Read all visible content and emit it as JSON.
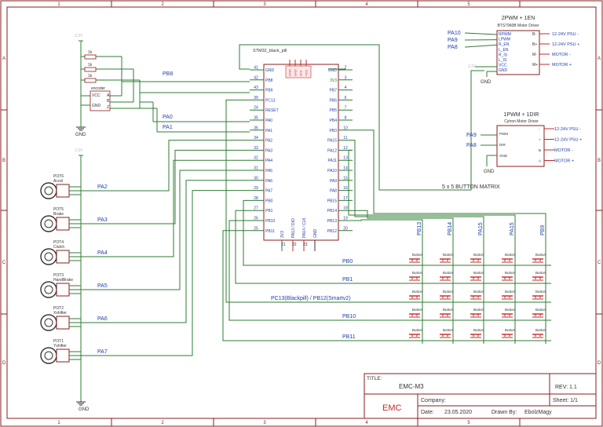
{
  "frame": {
    "cols": [
      "1",
      "2",
      "3",
      "4",
      "5"
    ],
    "rows": [
      "A",
      "B",
      "C",
      "D"
    ]
  },
  "title_block": {
    "title_label": "TITLE:",
    "title": "EMC-M3",
    "rev": "REV:  1.1",
    "company_label": "Company:",
    "sheet": "Sheet:  1/1",
    "date_label": "Date:",
    "date": "23.05.2020",
    "drawn_label": "Drawn By:",
    "drawn_by": "EbolzMagy",
    "logo": "EMC"
  },
  "power": {
    "v33": "3.3V",
    "gnd": "GND"
  },
  "mcu": {
    "name": "STM32_black_pill",
    "left_pins": [
      {
        "num": "41",
        "name": "GND"
      },
      {
        "num": "42",
        "name": "PB8"
      },
      {
        "num": "43",
        "name": "PB9"
      },
      {
        "num": "39",
        "name": "PC13"
      },
      {
        "num": "24",
        "name": "RESET"
      },
      {
        "num": "35",
        "name": "PA0"
      },
      {
        "num": "36",
        "name": "PA1"
      },
      {
        "num": "34",
        "name": "PA2"
      },
      {
        "num": "33",
        "name": "PA3"
      },
      {
        "num": "32",
        "name": "PA4"
      },
      {
        "num": "31",
        "name": "PA5"
      },
      {
        "num": "30",
        "name": "PA6"
      },
      {
        "num": "29",
        "name": "PA7"
      },
      {
        "num": "28",
        "name": "PB0"
      },
      {
        "num": "27",
        "name": "PB1"
      },
      {
        "num": "26",
        "name": "PB10"
      },
      {
        "num": "25",
        "name": "PB11"
      }
    ],
    "right_pins": [
      {
        "num": "2",
        "name": "GND"
      },
      {
        "num": "3",
        "name": "3V3"
      },
      {
        "num": "4",
        "name": "PB7"
      },
      {
        "num": "6",
        "name": "PB6"
      },
      {
        "num": "7",
        "name": "PB5"
      },
      {
        "num": "8",
        "name": "PB4"
      },
      {
        "num": "10",
        "name": "PB3"
      },
      {
        "num": "11",
        "name": "PA15"
      },
      {
        "num": "12",
        "name": "PA12"
      },
      {
        "num": "13",
        "name": "PA11"
      },
      {
        "num": "14",
        "name": "PA10"
      },
      {
        "num": "15",
        "name": "PA9"
      },
      {
        "num": "16",
        "name": "PA8"
      },
      {
        "num": "17",
        "name": "PB15"
      },
      {
        "num": "18",
        "name": "PB14"
      },
      {
        "num": "19",
        "name": "PB13"
      },
      {
        "num": "20",
        "name": "PB12"
      }
    ],
    "top_pins": [
      "GND",
      "GND",
      "3V3",
      "VCC"
    ],
    "bottom_pins": [
      "3V3",
      "PA13 / DIO",
      "PA14 / CLK",
      "GND"
    ],
    "bottom_nums": [
      "21",
      "22",
      "23"
    ]
  },
  "encoder": {
    "name": "encoder",
    "pins": [
      "VCC",
      "GND",
      "A",
      "B",
      "Z"
    ],
    "resistor": "1k"
  },
  "pots": [
    {
      "ref": "POT6",
      "label": "Accel",
      "net": "PA2"
    },
    {
      "ref": "POT5",
      "label": "Brake",
      "net": "PA3"
    },
    {
      "ref": "POT4",
      "label": "Clutch",
      "net": "PA4"
    },
    {
      "ref": "POT3",
      "label": "HandBrake",
      "net": "PA5"
    },
    {
      "ref": "POT2",
      "label": "Xshifter",
      "net": "PA6"
    },
    {
      "ref": "POT1",
      "label": "Yshifter",
      "net": "PA7"
    }
  ],
  "nets": {
    "pb8": "PB8",
    "pa0": "PA0",
    "pa1": "PA1"
  },
  "driver2": {
    "header": "2PWM + 1EN",
    "name": "BTS7960B Motor Driver",
    "pins": [
      "RPWM",
      "LPWM",
      "R_EN",
      "L_EN",
      "R_IS",
      "L_IS",
      "VCC",
      "GND"
    ],
    "right_pins": [
      "B-",
      "B+",
      "M-",
      "M+"
    ],
    "outputs": [
      "12-24V PSU -",
      "12-24V PSU +",
      "MOTOR -",
      "MOTOR +"
    ],
    "inputs": [
      "PA10",
      "PA9",
      "PA8"
    ]
  },
  "driver1": {
    "header": "1PWM + 1DIR",
    "name": "Cytron Motor Driver",
    "pins": [
      "PWM",
      "DIR",
      "GND"
    ],
    "right_pins": [
      "-",
      "+",
      "B",
      "A"
    ],
    "outputs": [
      "12-24V PSU -",
      "12-24V PSU +",
      "MOTOR -",
      "MOTOR +"
    ],
    "inputs": [
      "PA9",
      "PA8"
    ]
  },
  "matrix": {
    "title": "5 x 5 BUTTON MATRIX",
    "columns": [
      "PB13",
      "PB14",
      "PA15",
      "PA15",
      "PB9"
    ],
    "rows": [
      "PB0",
      "PB1",
      "PC13(Blackpill) / PB12(Smartv2)",
      "PB10",
      "PB11"
    ],
    "button_label": "Button"
  }
}
